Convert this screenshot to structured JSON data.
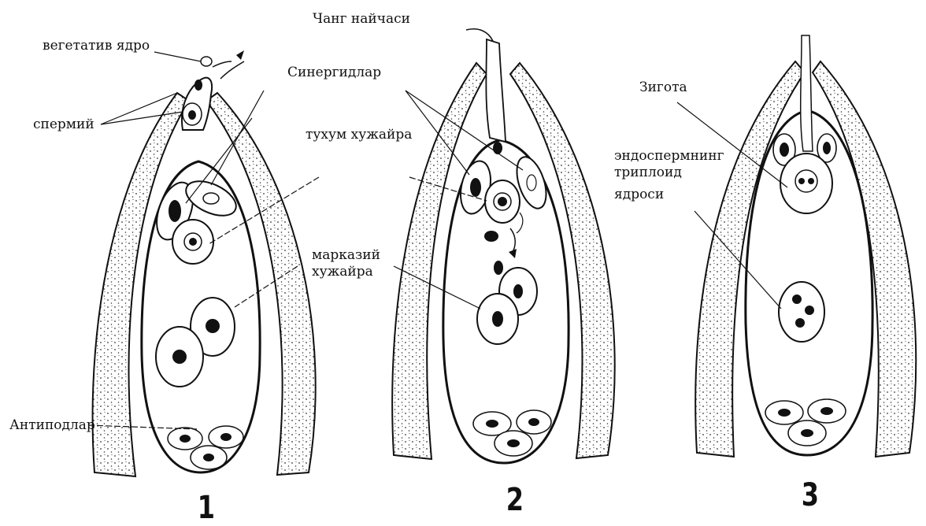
{
  "labels": {
    "pollen_tube": "Чанг найчаси",
    "vegetative_nucleus": "вегетатив ядро",
    "synergids": "Синергидлар",
    "sperm": "спермий",
    "egg_cell": "тухум хужайра",
    "central_cell_line1": "марказий",
    "central_cell_line2": "хужайра",
    "antipodals": "Антиподлар",
    "zygote": "Зигота",
    "endosperm_line1": "эндоспермнинг",
    "endosperm_line2": "триплоид",
    "endosperm_line3": "ядроси"
  },
  "panels": [
    "1",
    "2",
    "3"
  ],
  "colors": {
    "ink": "#111111",
    "background": "#ffffff"
  }
}
